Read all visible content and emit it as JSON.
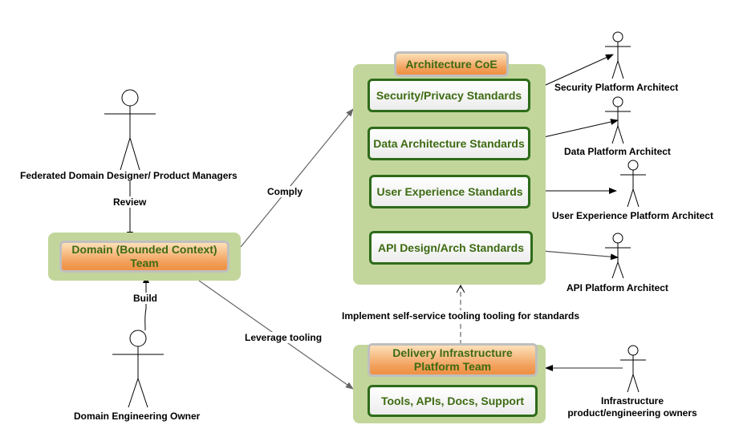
{
  "domain_team": {
    "label": "Domain (Bounded Context) Team"
  },
  "coe": {
    "title": "Architecture CoE",
    "standards": [
      "Security/Privacy Standards",
      "Data Architecture Standards",
      "User Experience Standards",
      "API Design/Arch Standards"
    ]
  },
  "delivery": {
    "title": "Delivery Infrastructure Platform Team",
    "tools": "Tools, APIs, Docs, Support"
  },
  "actors": {
    "designer": "Federated Domain Designer/ Product Managers",
    "engineering_owner": "Domain Engineering Owner",
    "security_architect": "Security Platform Architect",
    "data_architect": "Data Platform Architect",
    "ux_architect": "User Experience Platform Architect",
    "api_architect": "API Platform Architect",
    "infra_owners": "Infrastructure product/engineering owners"
  },
  "edges": {
    "review": "Review",
    "build": "Build",
    "comply": "Comply",
    "leverage": "Leverage tooling",
    "implement": "Implement self-service tooling tooling for standards"
  }
}
